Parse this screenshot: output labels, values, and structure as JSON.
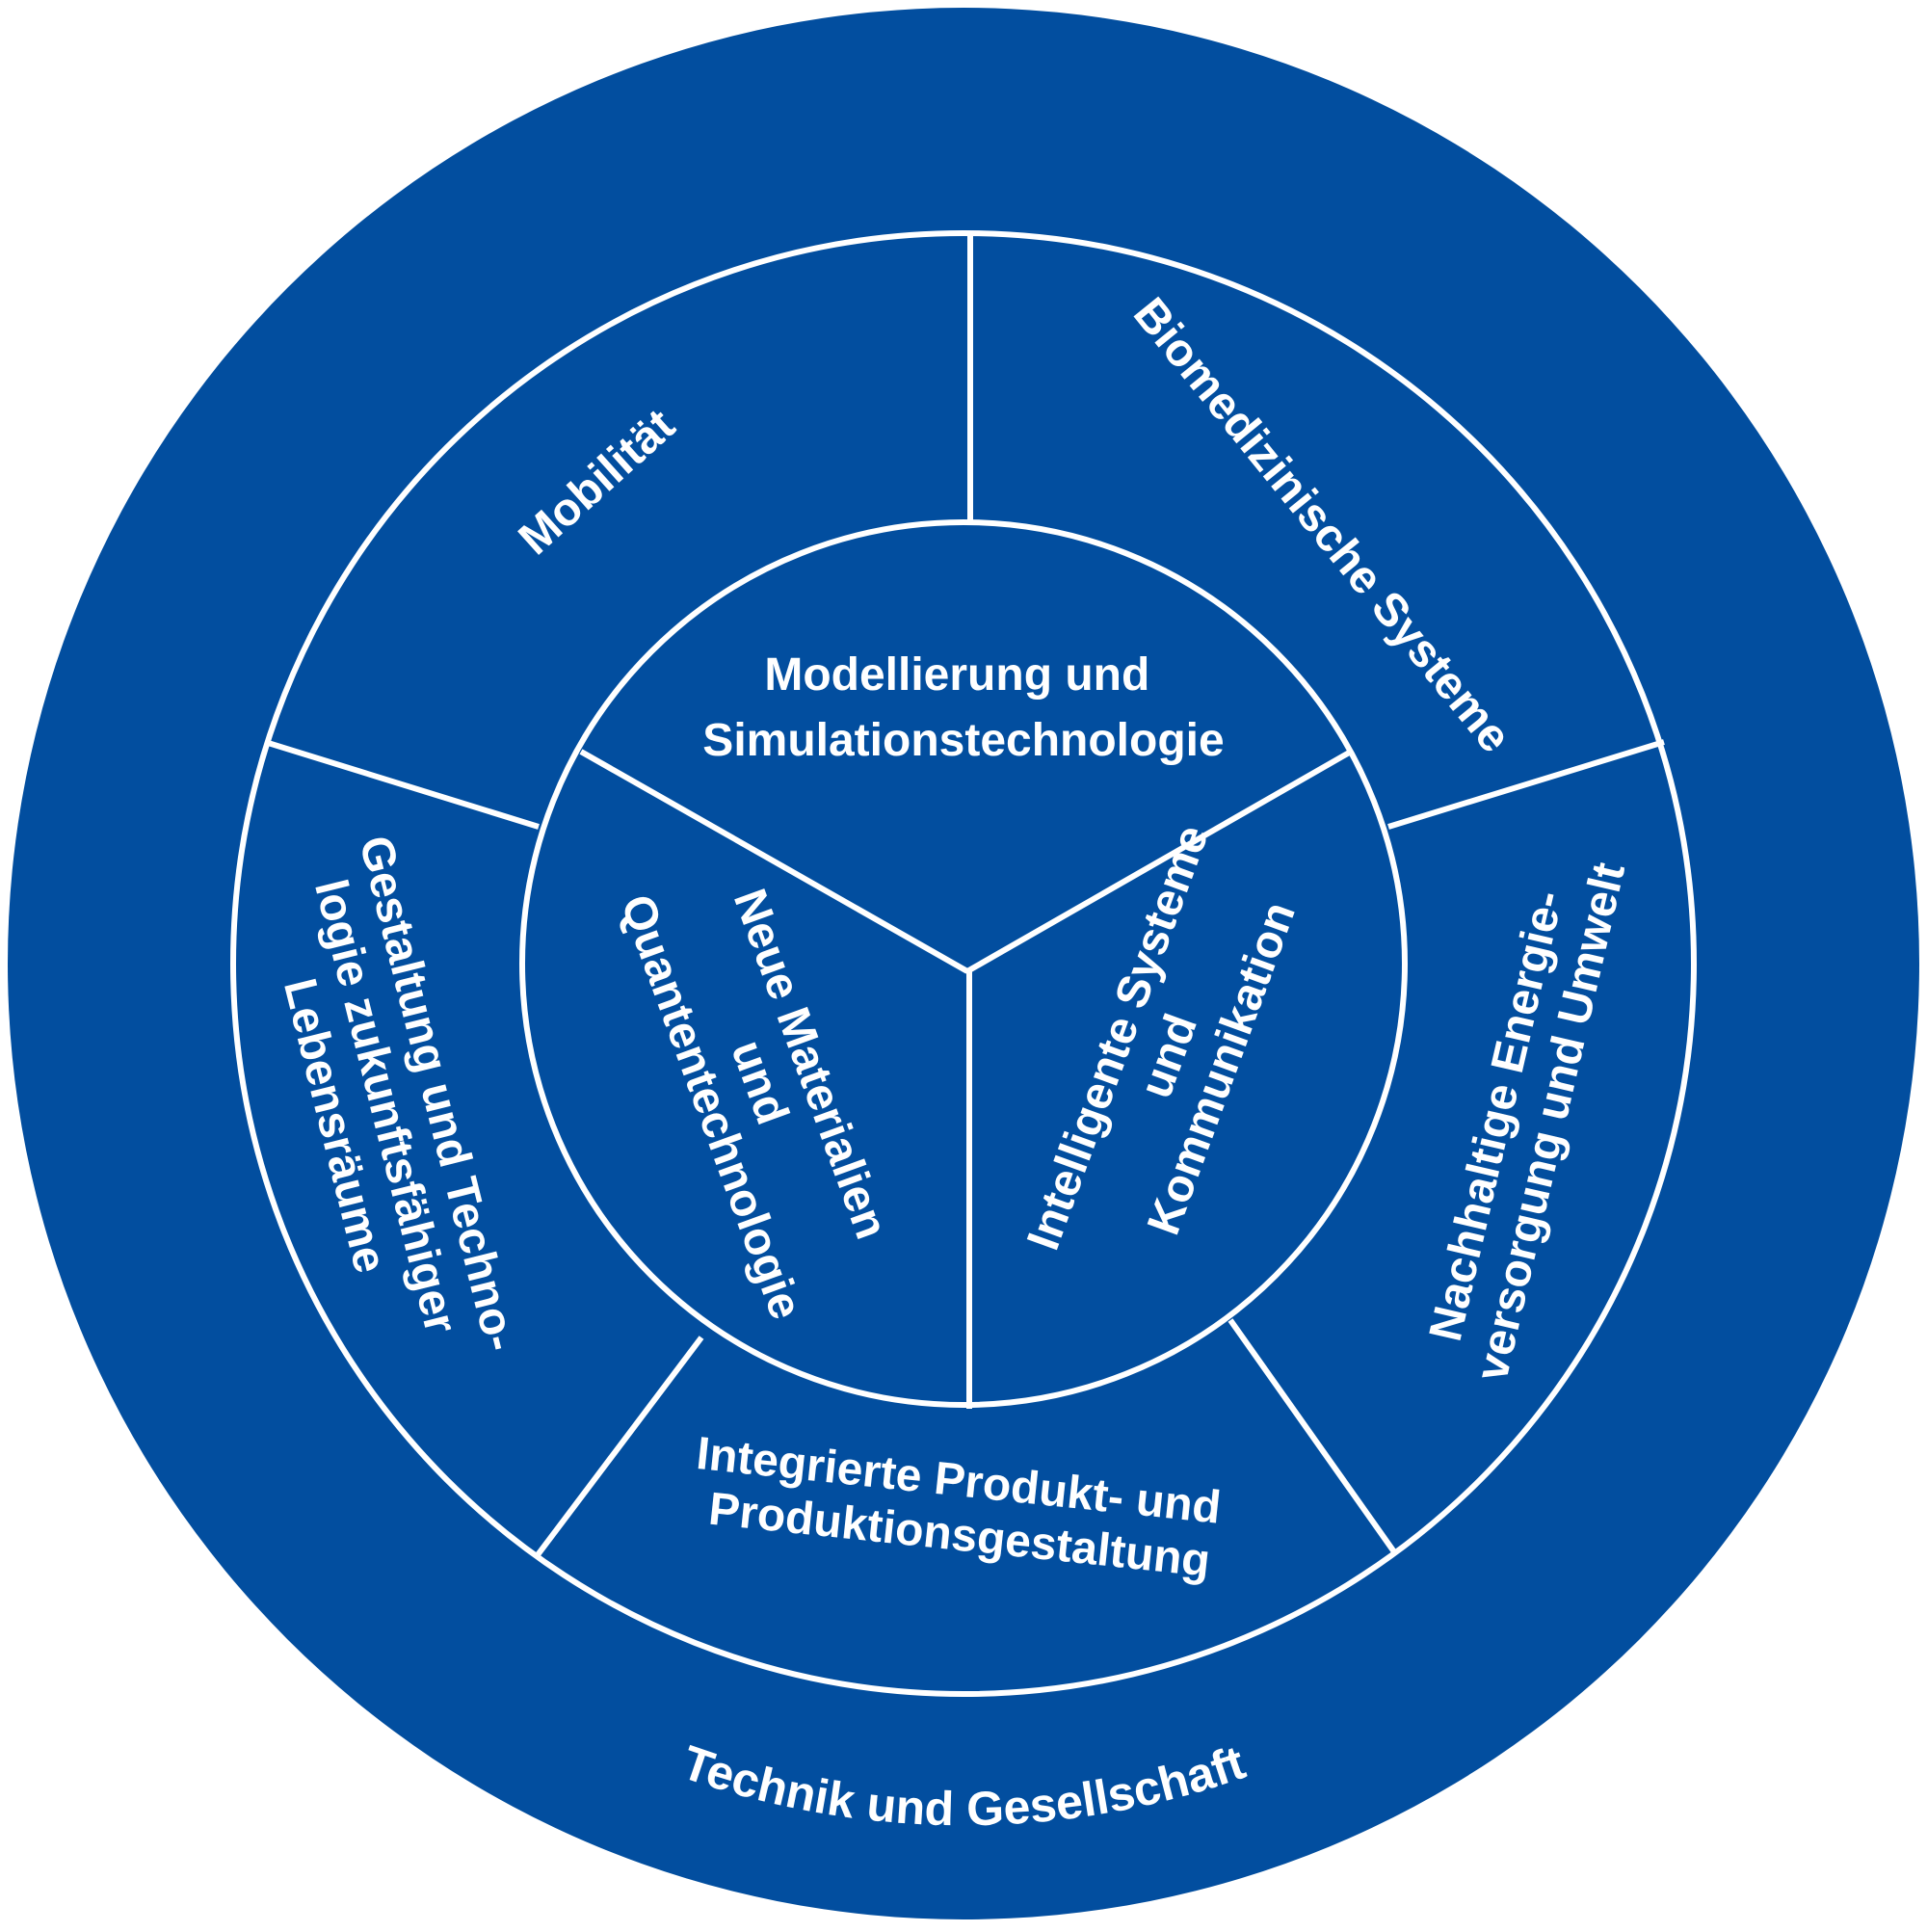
{
  "colors": {
    "fill": "#024e9f",
    "line": "#ffffff",
    "text": "#ffffff"
  },
  "outer_ring": {
    "label": "Technik und Gesellschaft"
  },
  "middle_ring": {
    "sectors": [
      {
        "id": "mobilitaet",
        "lines": [
          "Mobilität"
        ]
      },
      {
        "id": "biomedizin",
        "lines": [
          "Biomedizinische Systeme"
        ]
      },
      {
        "id": "energie",
        "lines": [
          "Nachhaltige Energie-",
          "versorgung und Umwelt"
        ]
      },
      {
        "id": "produktion",
        "lines": [
          "Integrierte Produkt- und",
          "Produktionsgestaltung"
        ]
      },
      {
        "id": "lebensraeume",
        "lines": [
          "Gestaltung und Techno-",
          "logie zukunftsfähiger",
          "Lebensräume"
        ]
      }
    ]
  },
  "inner_circle": {
    "sectors": [
      {
        "id": "modellierung",
        "lines": [
          "Modellierung und",
          "Simulationstechnologie"
        ]
      },
      {
        "id": "intelligente",
        "lines": [
          "Intelligente Systeme",
          "und",
          "Kommunikation"
        ]
      },
      {
        "id": "materialien",
        "lines": [
          "Neue Materialien",
          "und",
          "Quantentechnologie"
        ]
      }
    ]
  }
}
